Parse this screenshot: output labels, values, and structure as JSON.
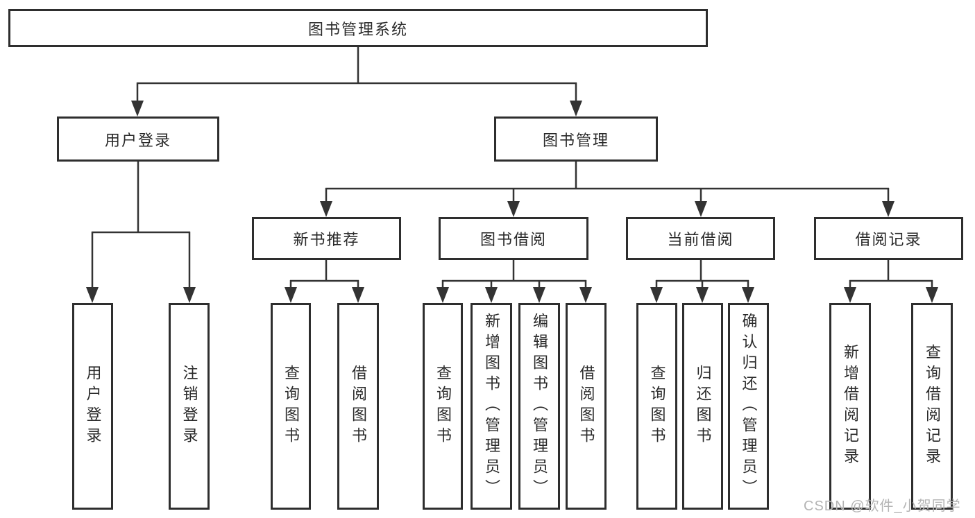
{
  "diagram": {
    "root": {
      "label": "图书管理系统"
    },
    "level2": [
      {
        "label": "用户登录"
      },
      {
        "label": "图书管理"
      }
    ],
    "level3": [
      {
        "label": "新书推荐"
      },
      {
        "label": "图书借阅"
      },
      {
        "label": "当前借阅"
      },
      {
        "label": "借阅记录"
      }
    ],
    "leaves": {
      "user_login": [
        "用户登录",
        "注销登录"
      ],
      "new_book": [
        "查询图书",
        "借阅图书"
      ],
      "book_borrow": [
        "查询图书",
        "新增图书（管理员）",
        "编辑图书（管理员）",
        "借阅图书"
      ],
      "current_borrow": [
        "查询图书",
        "归还图书",
        "确认归还（管理员）"
      ],
      "borrow_records": [
        "新增借阅记录",
        "查询借阅记录"
      ]
    }
  },
  "watermark": {
    "text": "CSDN @软件_小贺同学"
  },
  "colors": {
    "line": "#333333",
    "border": "#2e2e2e",
    "text": "#2a2a2a",
    "watermark": "#b4b4b4",
    "background": "#ffffff"
  }
}
